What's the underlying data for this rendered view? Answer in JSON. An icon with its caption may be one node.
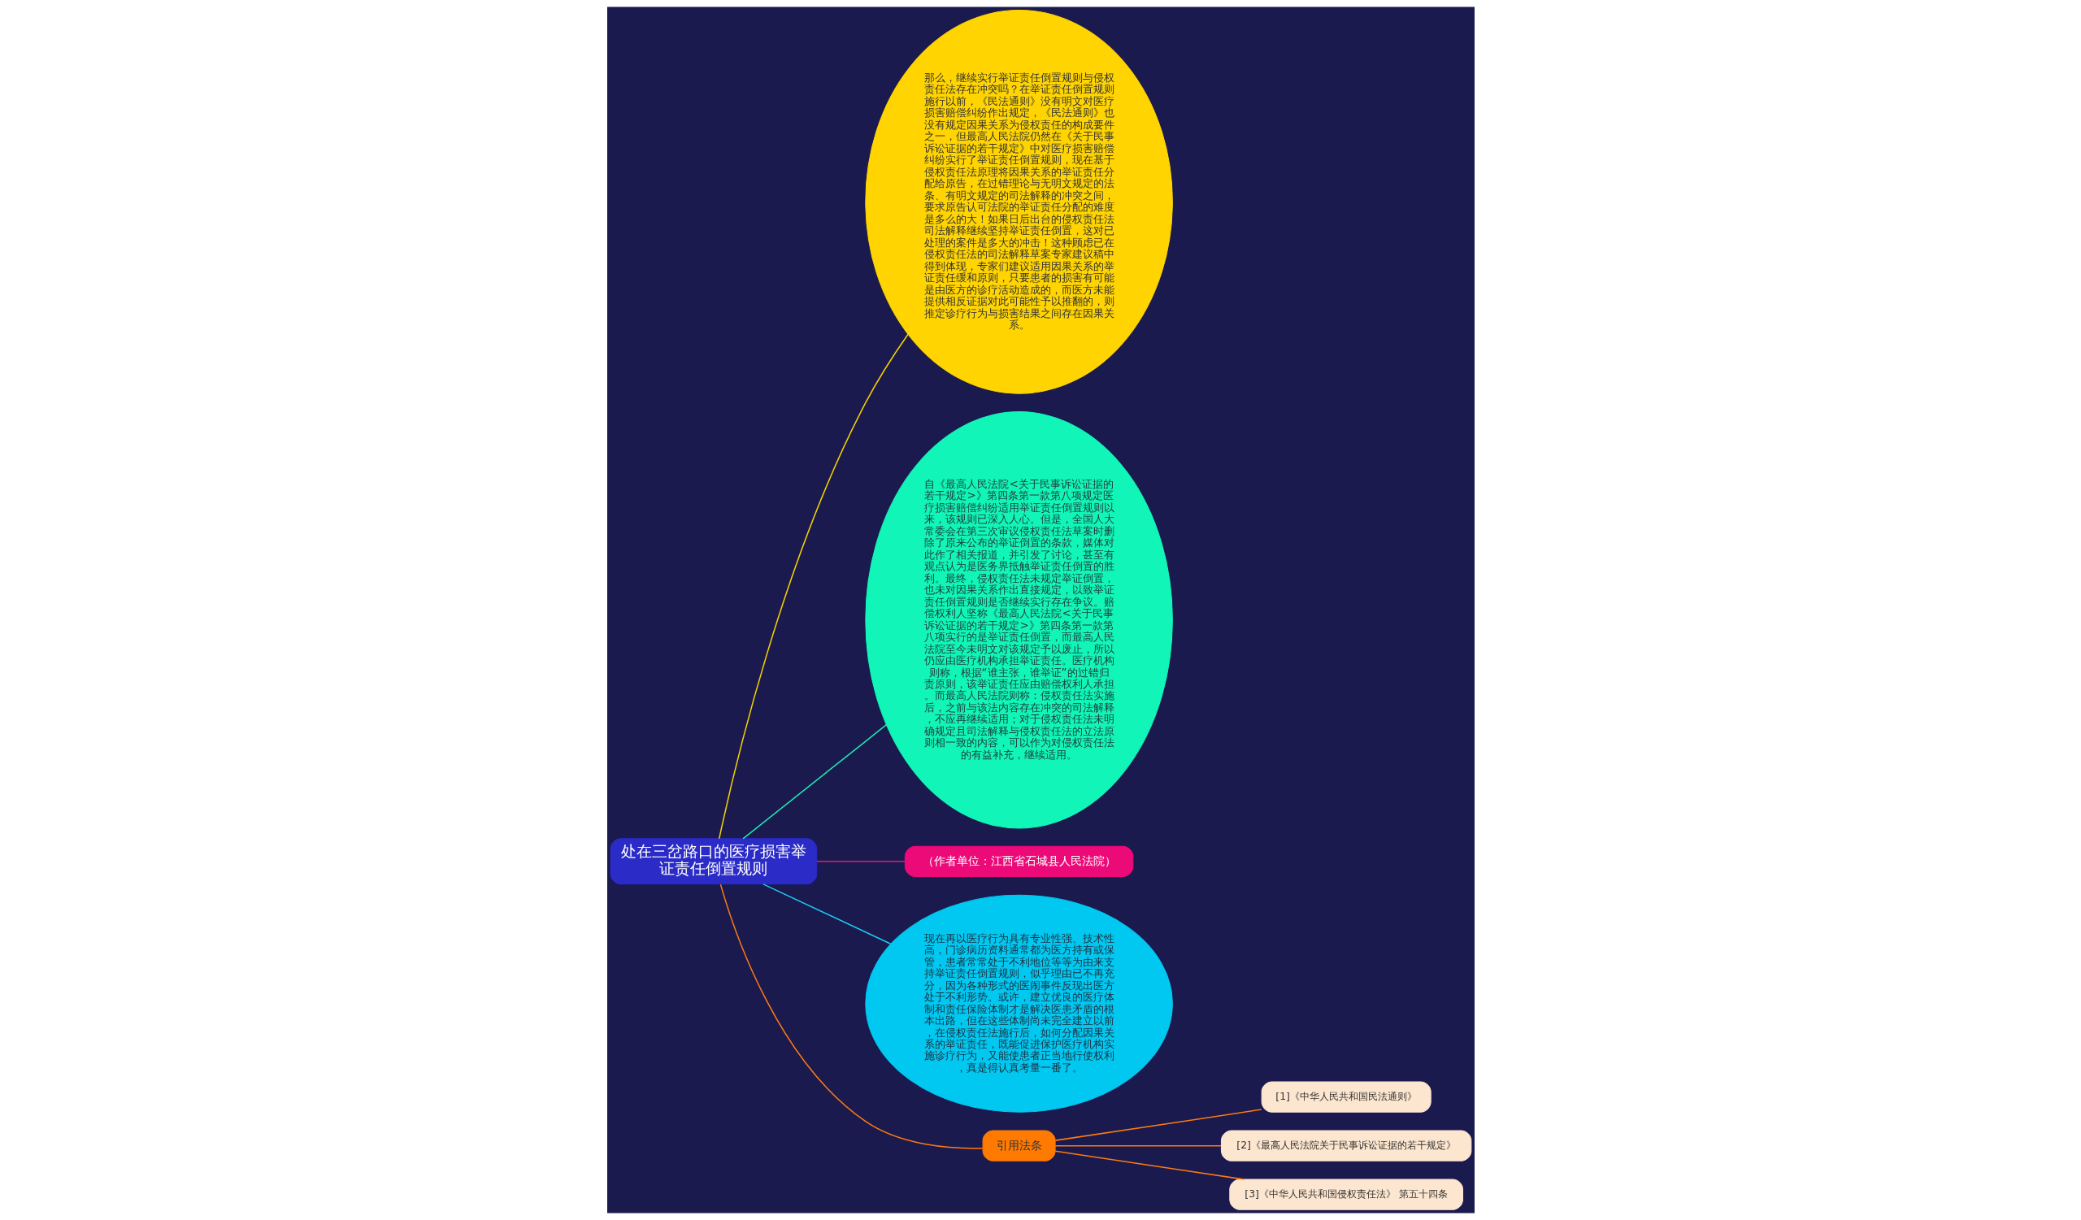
{
  "diagram": {
    "nodes": [
      {
        "text": [
          "处在三岔路口的医疗损害举证责任倒置规则"
        ]
      },
      {
        "text": [
          "那么，继续实行举证责任倒置规则与侵权责任法存在冲突吗？在举证责任倒置规则施行以前，《民法通则》没有明文对医疗损害赔偿纠纷作出规定，《民法通则》也没有规定因果关系为侵权责任的构成要件之一，但最高人民法院仍然在《关于民事诉讼证据的若干规定》中对医疗损害赔偿纠纷实行了举证责任倒置规则，现在基于侵权责任法原理将因果关系的举证责任分配给原告，在过错理论与无明文规定的法条、有明文规定的司法解释的冲突之间，要求原告认可法院的举证责任分配的难度是多么的大！如果日后出台的侵权责任法司法解释继续坚持举证责任倒置，这对已处理的案件是多大的冲击！这种顾虑已在侵权责任法的司法解释草案专家建议稿中得到体现，专家们建议适用因果关系的举证责任缓和原则，只要患者的损害有可能是由医方的诊疗活动造成的，而医方未能提供相反证据对此可能性予以推翻的，则推定诊疗行为与损害结果之间存在因果关系。"
        ]
      },
      {
        "text": [
          "自《最高人民法院<关于民事诉讼证据的若干规定>》第四条第一款第八项规定医疗损害赔偿纠纷适用举证责任倒置规则以来，该规则已深入人心。但是，全国人大常委会在第三次审议侵权责任法草案时删除了原来公布的举证倒置的条款，媒体对此作了相关报道，并引发了讨论，甚至有观点认为是医务界抵触举证责任倒置的胜利。最终，侵权责任法未规定举证倒置，也未对因果关系作出直接规定，以致举证责任倒置规则是否继续实行存在争议。赔偿权利人坚称《最高人民法院<关于民事诉讼证据的若干规定>》第四条第一款第八项实行的是举证责任倒置，而最高人民法院至今未明文对该规定予以废止，所以仍应由医疗机构承担举证责任。医疗机构则称，根据“谁主张，谁举证”的过错归责原则，该举证责任应由赔偿权利人承担。而最高人民法院则称：侵权责任法实施后，之前与该法内容存在冲突的司法解释，不应再继续适用；对于侵权责任法未明确规定且司法解释与侵权责任法的立法原则相一致的内容，可以作为对侵权责任法的有益补充，继续适用。"
        ]
      },
      {
        "text": [
          "（作者单位：江西省石城县人民法院）"
        ]
      },
      {
        "text": [
          "现在再以医疗行为具有专业性强、技术性高，门诊病历资料通常都为医方持有或保管，患者常常处于不利地位等等为由来支持举证责任倒置规则，似乎理由已不再充分，因为各种形式的医闹事件反现出医方处于不利形势。或许，建立优良的医疗体制和责任保险体制才是解决医患矛盾的根本出路，但在这些体制尚未完全建立以前，在侵权责任法施行后，如何分配因果关系的举证责任，既能促进保护医疗机构实施诊疗行为，又能使患者正当地行使权利，真是得认真考量一番了。"
        ]
      },
      {
        "text": [
          "引用法条"
        ]
      },
      {
        "text": [
          "[1]《中华人民共和国民法通则》"
        ]
      },
      {
        "text": [
          "[2]《最高人民法院关于民事诉讼证据的若干规定》"
        ]
      },
      {
        "text": [
          "[3]《中华人民共和国侵权责任法》 第五十四条"
        ]
      }
    ],
    "edges": [
      {
        "from": 0,
        "to": 1,
        "arrow": "none",
        "color": "#f5d000"
      },
      {
        "from": 0,
        "to": 2,
        "arrow": "none",
        "color": "#20e8b0"
      },
      {
        "from": 0,
        "to": 3,
        "arrow": "none",
        "color": "#e8157a"
      },
      {
        "from": 0,
        "to": 4,
        "arrow": "none",
        "color": "#1ec8f0"
      },
      {
        "from": 0,
        "to": 5,
        "arrow": "none",
        "color": "#ff7a10"
      },
      {
        "from": 5,
        "to": 6,
        "arrow": "none",
        "color": "#ff7a10"
      },
      {
        "from": 5,
        "to": 7,
        "arrow": "none",
        "color": "#ff7a10"
      },
      {
        "from": 5,
        "to": 8,
        "arrow": "none",
        "color": "#ff7a10"
      }
    ]
  }
}
